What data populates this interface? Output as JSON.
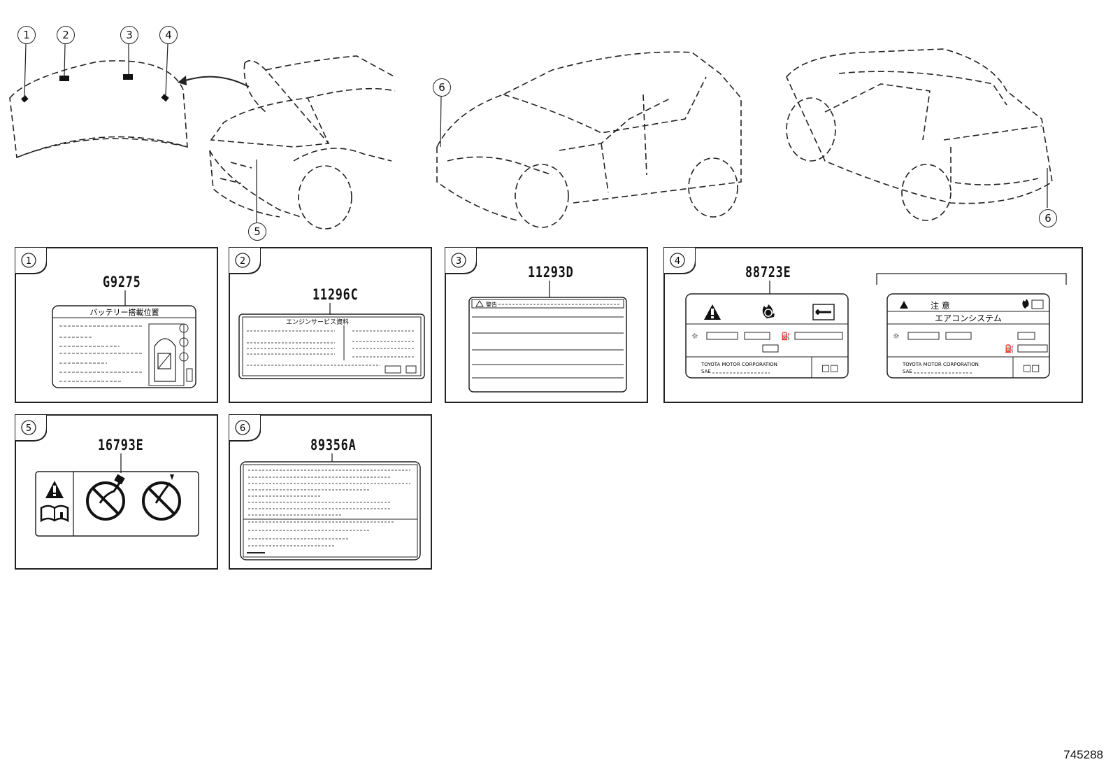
{
  "callouts": [
    "1",
    "2",
    "3",
    "4",
    "5",
    "6"
  ],
  "panels": [
    {
      "num": "1",
      "code": "G9275",
      "label_title": "バッテリー搭載位置"
    },
    {
      "num": "2",
      "code": "11296C",
      "label_title": "エンジンサービス資料"
    },
    {
      "num": "3",
      "code": "11293D",
      "label_title": "警告"
    },
    {
      "num": "4",
      "code": "88723E",
      "label_title_a": "注 意",
      "label_title_b": "エアコンシステム",
      "maker": "TOYOTA MOTOR CORPORATION",
      "sae": "SAE",
      "box": "□□"
    },
    {
      "num": "5",
      "code": "16793E"
    },
    {
      "num": "6",
      "code": "89356A"
    }
  ],
  "diagram_id": "745288",
  "colors": {
    "line": "#222222",
    "background": "#ffffff"
  },
  "icons": [
    "warning-triangle-icon",
    "flame-icon",
    "wrench-icon",
    "manual-info-icon",
    "no-touch-icon"
  ]
}
